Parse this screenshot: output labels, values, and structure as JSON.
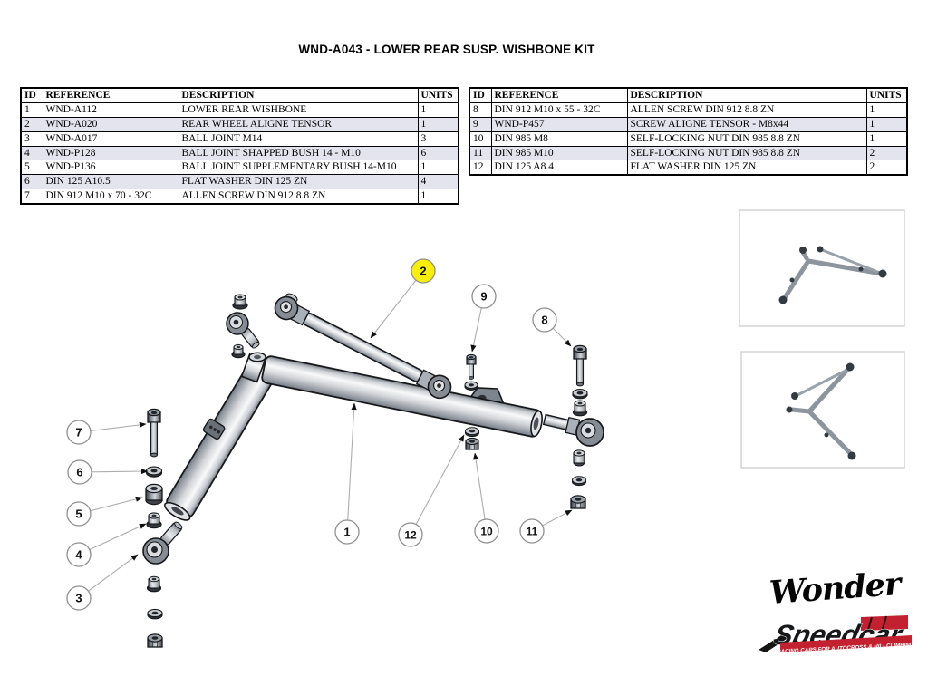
{
  "title": "WND-A043 - LOWER REAR SUSP. WISHBONE KIT",
  "table_headers": {
    "id": "ID",
    "reference": "REFERENCE",
    "description": "DESCRIPTION",
    "units": "UNITS"
  },
  "parts_left": [
    {
      "id": "1",
      "reference": "WND-A112",
      "description": "LOWER REAR WISHBONE",
      "units": "1"
    },
    {
      "id": "2",
      "reference": "WND-A020",
      "description": "REAR WHEEL ALIGNE TENSOR",
      "units": "1"
    },
    {
      "id": "3",
      "reference": "WND-A017",
      "description": "BALL JOINT M14",
      "units": "3"
    },
    {
      "id": "4",
      "reference": "WND-P128",
      "description": "BALL JOINT SHAPPED BUSH 14 - M10",
      "units": "6"
    },
    {
      "id": "5",
      "reference": "WND-P136",
      "description": "BALL JOINT SUPPLEMENTARY BUSH 14-M10",
      "units": "1"
    },
    {
      "id": "6",
      "reference": "DIN 125 A10.5",
      "description": "FLAT WASHER DIN 125 ZN",
      "units": "4"
    },
    {
      "id": "7",
      "reference": "DIN 912 M10 x 70 - 32C",
      "description": "ALLEN SCREW DIN 912 8.8 ZN",
      "units": "1"
    }
  ],
  "parts_right": [
    {
      "id": "8",
      "reference": "DIN 912 M10 x 55 - 32C",
      "description": "ALLEN SCREW DIN 912 8.8 ZN",
      "units": "1"
    },
    {
      "id": "9",
      "reference": "WND-P457",
      "description": "SCREW ALIGNE TENSOR - M8x44",
      "units": "1"
    },
    {
      "id": "10",
      "reference": "DIN 985 M8",
      "description": "SELF-LOCKING NUT DIN 985 8.8 ZN",
      "units": "1"
    },
    {
      "id": "11",
      "reference": "DIN 985 M10",
      "description": "SELF-LOCKING NUT DIN 985 8.8 ZN",
      "units": "2"
    },
    {
      "id": "12",
      "reference": "DIN 125 A8.4",
      "description": "FLAT WASHER DIN 125 ZN",
      "units": "2"
    }
  ],
  "callouts": {
    "c1": "1",
    "c2": "2",
    "c3": "3",
    "c4": "4",
    "c5": "5",
    "c6": "6",
    "c7": "7",
    "c8": "8",
    "c9": "9",
    "c10": "10",
    "c11": "11",
    "c12": "12"
  },
  "highlighted_callout": "2",
  "colors": {
    "highlight_yellow": "#f8ef05",
    "brand_red": "#c42130",
    "table_alt_row": "#e4e4ef"
  },
  "logos": {
    "wonder_text": "Wonder",
    "speedcar_text": "Speedcar",
    "speedcar_tagline": "RACING CARS FOR AUTOCROSS & HILLCLIMBING"
  }
}
